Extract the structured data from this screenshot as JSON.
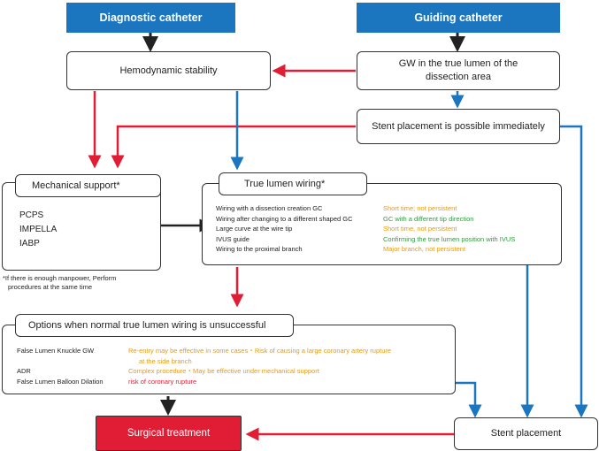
{
  "boxes": {
    "diagnostic": "Diagnostic catheter",
    "guiding": "Guiding catheter",
    "hemodynamic": "Hemodynamic stability",
    "gw_true_lumen_1": "GW in the true lumen of the",
    "gw_true_lumen_2": "dissection area",
    "stent_immediate": "Stent placement is possible immediately",
    "mech_support_title": "Mechanical support*",
    "true_lumen_title": "True lumen wiring*",
    "options_title": "Options when normal true lumen wiring is unsuccessful",
    "surgical": "Surgical treatment",
    "stent_placement": "Stent placement"
  },
  "mech_support_items": [
    "PCPS",
    "IMPELLA",
    "IABP"
  ],
  "mech_note": [
    "*If there is enough manpower, Perform",
    "procedures at the same time"
  ],
  "true_lumen_methods": [
    "Wiring with a dissection creation GC",
    "Wiring after changing to a different shaped GC",
    "Large curve at the wire tip",
    "IVUS guide",
    "Wiring to the proximal branch"
  ],
  "true_lumen_notes": [
    "Short time; not persistent",
    "GC with a different tip direction",
    "Short time, not persistent",
    "Confirming the true lumen position with IVUS",
    "Major branch, not persistent"
  ],
  "options_methods": [
    "False Lumen Knuckle GW",
    "ADR",
    "False Lumen Balloon Dilation"
  ],
  "options_notes": [
    "Re-entry may be effective in some cases・Risk of causing a large coronary artery rupture",
    "at the side branch",
    "Complex procedure・May be effective under mechanical support",
    "risk of coronary rupture"
  ],
  "marker_glyph": "",
  "colors": {
    "header_blue": "#1b76bf",
    "arrow_red": "#e11d36",
    "arrow_blue": "#1b76bf",
    "arrow_black": "#222222",
    "note_orange": "#e79a12",
    "note_green": "#2e9a3e"
  }
}
